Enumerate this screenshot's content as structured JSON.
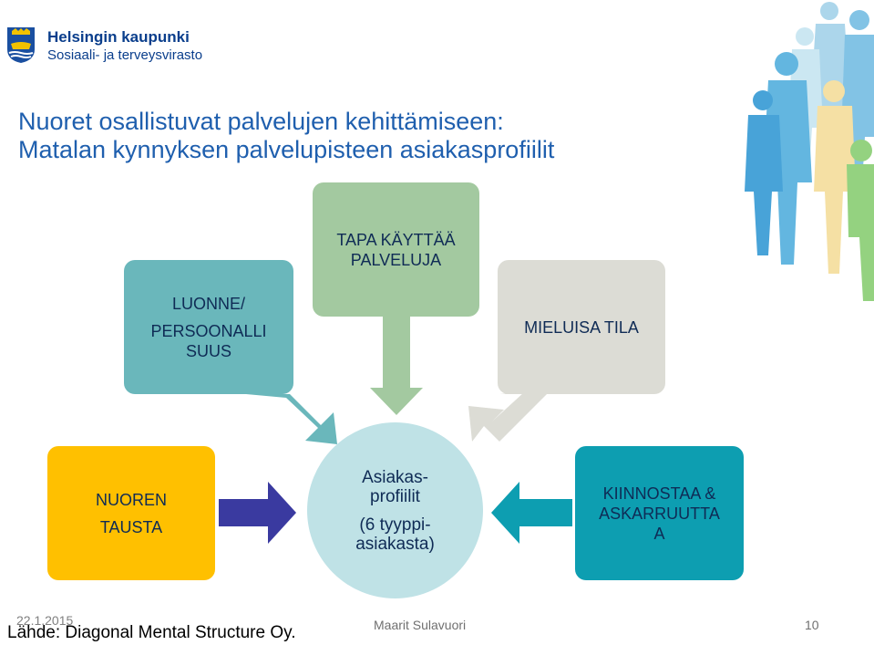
{
  "logo": {
    "org_name": "Helsingin kaupunki",
    "department": "Sosiaali- ja terveysvirasto"
  },
  "title": {
    "line1": "Nuoret osallistuvat palvelujen kehittämiseen:",
    "line2": "Matalan kynnyksen palvelupisteen asiakasprofiilit"
  },
  "diagram": {
    "personality": {
      "line1": "LUONNE/",
      "line2": "PERSOONALLI",
      "line3": "SUUS"
    },
    "service_use": {
      "line1": "TAPA KÄYTTÄÄ",
      "line2": "PALVELUJA"
    },
    "favorite_space": {
      "line1": "MIELUISA TILA"
    },
    "background": {
      "line1": "NUOREN",
      "line2": "TAUSTA"
    },
    "interests": {
      "line1": "KIINNOSTAA &",
      "line2": "ASKARRUUTTA",
      "line3": "A"
    },
    "center": {
      "line1": "Asiakas-",
      "line2": "profiilit",
      "line3": "(6 tyyppi-",
      "line4": "asiakasta)"
    }
  },
  "colors": {
    "title": "#1f5fae",
    "personality": "#6ab7bb",
    "service_use": "#a3c9a0",
    "favorite_space": "#dcdcd5",
    "background": "#ffc000",
    "interests": "#0d9eb1",
    "center": "#bfe2e6",
    "arrow_background": "#3a3aa0"
  },
  "footer": {
    "date": "22.1.2015",
    "source": "Lähde: Diagonal Mental Structure Oy.",
    "author": "Maarit Sulavuori",
    "page": "10"
  }
}
